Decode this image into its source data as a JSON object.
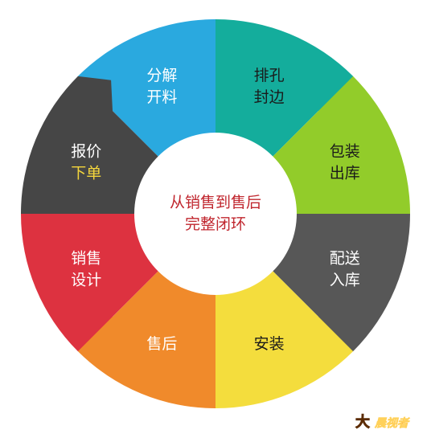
{
  "center": {
    "line1": "从销售到售后",
    "line2": "完整闭环"
  },
  "segments": [
    {
      "id": "cut",
      "line1": "分解",
      "line2": "开料",
      "color": "#2aa9df"
    },
    {
      "id": "edge",
      "line1": "排孔",
      "line2": "封边",
      "color": "#14ad9c"
    },
    {
      "id": "pack",
      "line1": "包装",
      "line2": "出库",
      "color": "#92cc2a"
    },
    {
      "id": "ship",
      "line1": "配送",
      "line2": "入库",
      "color": "#575757"
    },
    {
      "id": "install",
      "line1": "安装",
      "line2": "",
      "color": "#f4dd3d"
    },
    {
      "id": "aftersale",
      "line1": "售后",
      "line2": "",
      "color": "#f08a2b"
    },
    {
      "id": "design",
      "line1": "销售",
      "line2": "设计",
      "color": "#dd3240"
    },
    {
      "id": "quote",
      "line1": "报价",
      "line2": "下单",
      "color": "#464646"
    }
  ],
  "quote_line2_color": "#f4d63c",
  "logo": {
    "glyph": "大",
    "text": "晨视者"
  }
}
